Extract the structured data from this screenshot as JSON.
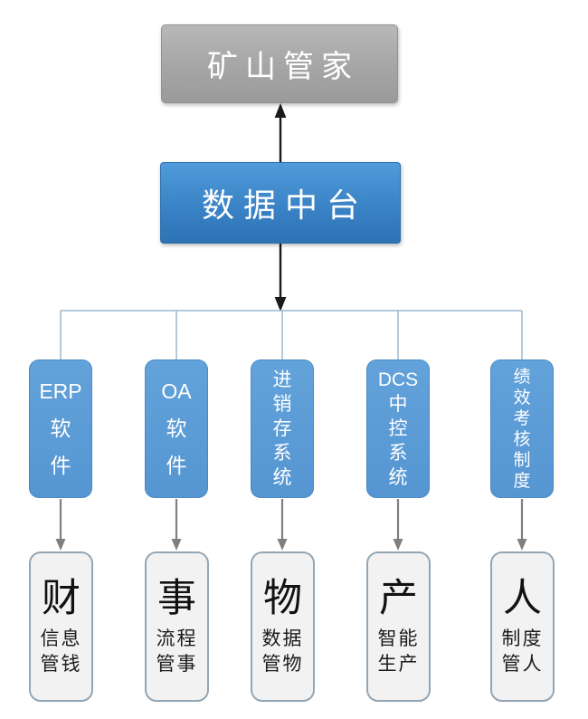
{
  "diagram": {
    "root_label": "矿山管家",
    "hub_label": "数据中台",
    "columns": [
      {
        "system_lines": [
          "ERP",
          "软",
          "件"
        ],
        "big_char": "财",
        "sub_lines": [
          "信息",
          "管钱"
        ]
      },
      {
        "system_lines": [
          "OA",
          "软",
          "件"
        ],
        "big_char": "事",
        "sub_lines": [
          "流程",
          "管事"
        ]
      },
      {
        "system_lines": [
          "进",
          "销",
          "存",
          "系",
          "统"
        ],
        "big_char": "物",
        "sub_lines": [
          "数据",
          "管物"
        ]
      },
      {
        "system_lines": [
          "DCS",
          "中",
          "控",
          "系",
          "统"
        ],
        "big_char": "产",
        "sub_lines": [
          "智能",
          "生产"
        ]
      },
      {
        "system_lines": [
          "绩",
          "效",
          "考",
          "核",
          "制",
          "度"
        ],
        "big_char": "人",
        "sub_lines": [
          "制度",
          "管人"
        ]
      }
    ],
    "colors": {
      "root_box_gray": "#a6a6a6",
      "hub_blue": "#3a83c6",
      "column_blue": "#5b9bd5",
      "asset_box_fill": "#f2f2f2",
      "asset_box_border": "#93a6b5",
      "connector_line": "#9bb8cd",
      "arrow_gray": "#7f7f7f",
      "arrow_black": "#1a1a1a",
      "text_on_blue": "#ffffff",
      "text_dark": "#141414"
    }
  }
}
